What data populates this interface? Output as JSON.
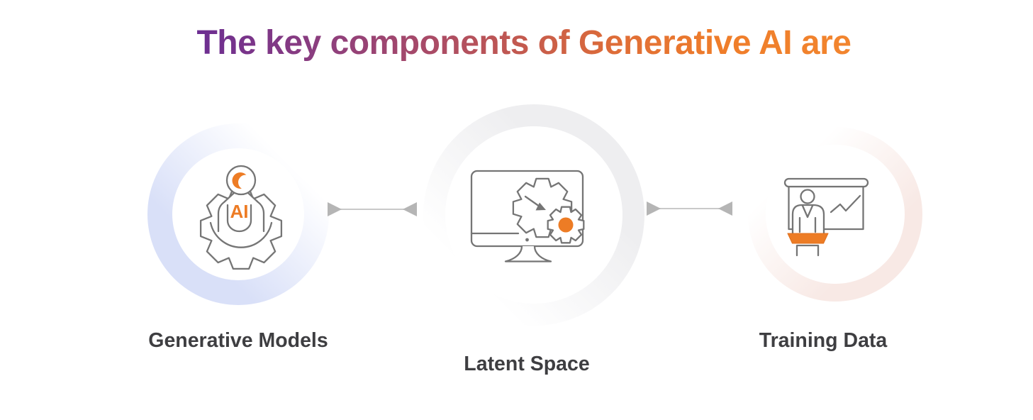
{
  "title": {
    "text": "The key components of Generative AI are"
  },
  "components": [
    {
      "id": "generative-models",
      "label": "Generative Models",
      "icon": "ai-gear-person-icon",
      "ring_color": "#D9E0F8"
    },
    {
      "id": "latent-space",
      "label": "Latent Space",
      "icon": "monitor-gears-icon",
      "ring_color": "#EEEEF0"
    },
    {
      "id": "training-data",
      "label": "Training Data",
      "icon": "presentation-chart-podium-icon",
      "ring_color": "#F8E9E5"
    }
  ],
  "icons": {
    "ai_badge_text": "AI"
  },
  "connectors": [
    {
      "style": "double-arrowhead-line",
      "between": [
        "generative-models",
        "latent-space"
      ]
    },
    {
      "style": "double-arrowhead-line",
      "between": [
        "latent-space",
        "training-data"
      ]
    }
  ],
  "colors": {
    "title_gradient_start": "#6C2E92",
    "title_gradient_mid": "#C45A4E",
    "title_gradient_end": "#F2852E",
    "accent_orange": "#ED7C25",
    "icon_stroke": "#757575",
    "label_text": "#3E3E41",
    "connector_line": "#C9C9C9",
    "connector_arrow": "#B5B5B5",
    "background": "#FFFFFF"
  }
}
